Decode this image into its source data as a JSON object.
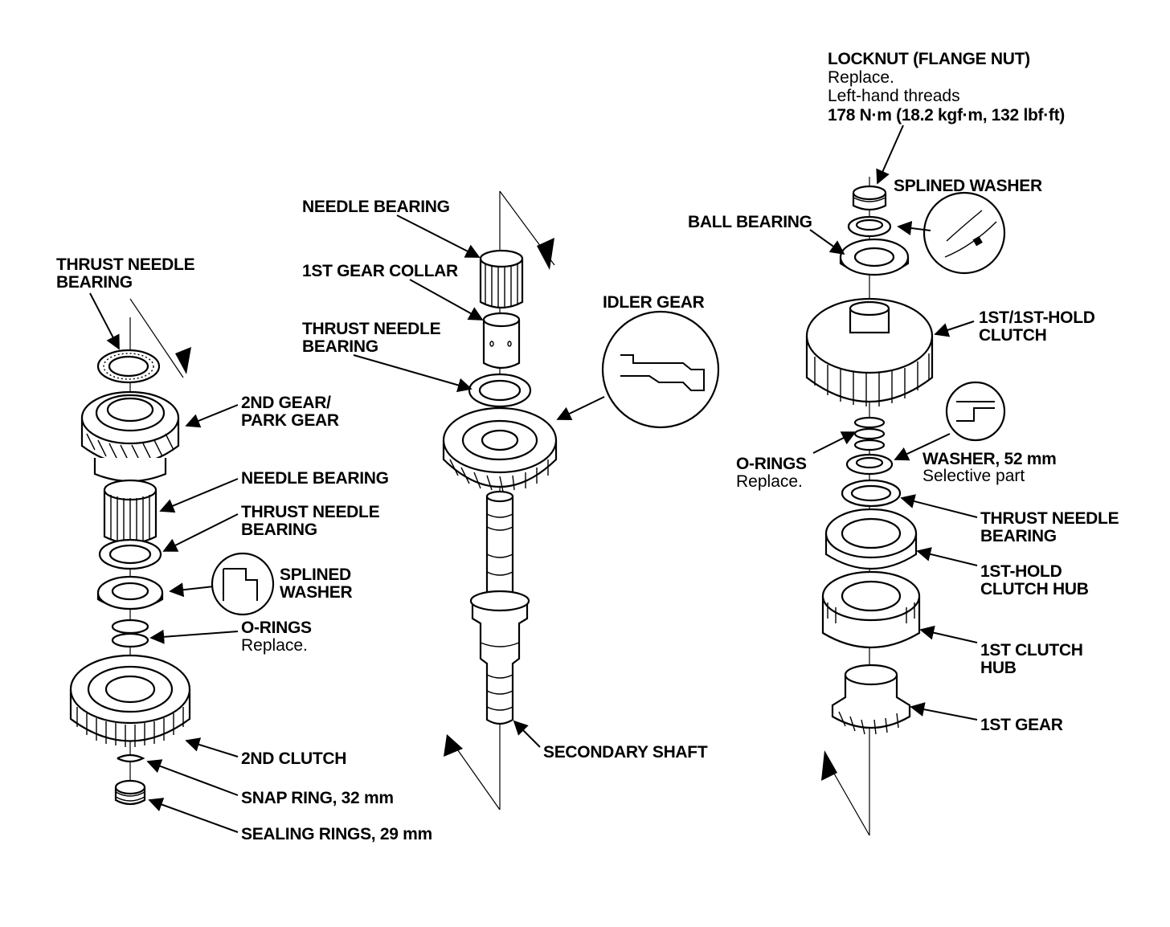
{
  "left_assembly": {
    "thrust_needle_bearing_top": [
      "THRUST NEEDLE",
      "BEARING"
    ],
    "second_gear_park_gear": [
      "2ND GEAR/",
      "PARK GEAR"
    ],
    "needle_bearing": "NEEDLE BEARING",
    "thrust_needle_bearing_mid": [
      "THRUST NEEDLE",
      "BEARING"
    ],
    "splined_washer": [
      "SPLINED",
      "WASHER"
    ],
    "o_rings": "O-RINGS",
    "o_rings_note": "Replace.",
    "second_clutch": "2ND CLUTCH",
    "snap_ring": "SNAP RING, 32 mm",
    "sealing_rings": "SEALING RINGS, 29 mm"
  },
  "center_assembly": {
    "needle_bearing": "NEEDLE BEARING",
    "first_gear_collar": "1ST GEAR COLLAR",
    "thrust_needle_bearing": [
      "THRUST NEEDLE",
      "BEARING"
    ],
    "idler_gear": "IDLER GEAR",
    "secondary_shaft": "SECONDARY SHAFT"
  },
  "right_assembly": {
    "locknut": "LOCKNUT (FLANGE NUT)",
    "locknut_notes": [
      "Replace.",
      "Left-hand threads"
    ],
    "locknut_torque": "178 N·m (18.2 kgf·m, 132 lbf·ft)",
    "splined_washer": "SPLINED WASHER",
    "ball_bearing": "BALL BEARING",
    "first_hold_clutch": [
      "1ST/1ST-HOLD",
      "CLUTCH"
    ],
    "o_rings": "O-RINGS",
    "o_rings_note": "Replace.",
    "washer": "WASHER, 52 mm",
    "washer_note": "Selective part",
    "thrust_needle_bearing": [
      "THRUST NEEDLE",
      "BEARING"
    ],
    "first_hold_clutch_hub": [
      "1ST-HOLD",
      "CLUTCH HUB"
    ],
    "first_clutch_hub": [
      "1ST CLUTCH",
      "HUB"
    ],
    "first_gear": "1ST GEAR"
  }
}
